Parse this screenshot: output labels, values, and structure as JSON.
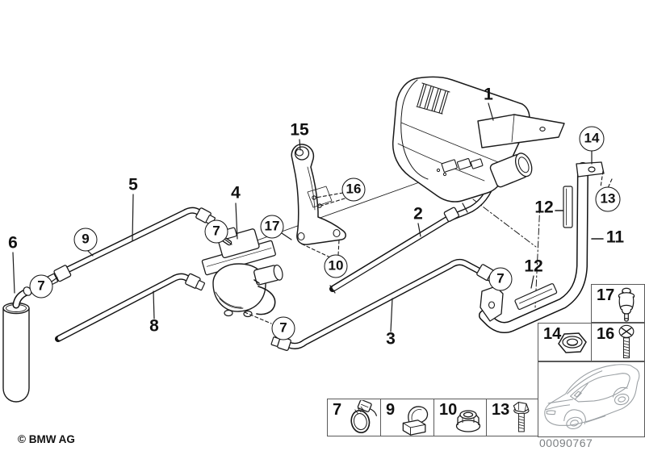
{
  "page": {
    "copyright": "© BMW AG",
    "image_number": "00090767"
  },
  "callouts": {
    "p1": "1",
    "p2": "2",
    "p3": "3",
    "p4": "4",
    "p5": "5",
    "p6": "6",
    "p8": "8",
    "p11": "11",
    "p12": "12",
    "p15": "15",
    "c7": "7",
    "c9": "9",
    "c10": "10",
    "c13": "13",
    "c14": "14",
    "c16": "16",
    "c17": "17"
  },
  "legend": {
    "items": [
      {
        "ref": "7",
        "icon": "hose-clamp-icon"
      },
      {
        "ref": "9",
        "icon": "holder-clip-icon"
      },
      {
        "ref": "10",
        "icon": "flange-nut-icon"
      },
      {
        "ref": "13",
        "icon": "hex-bolt-icon"
      },
      {
        "ref": "14",
        "icon": "hex-nut-icon"
      },
      {
        "ref": "16",
        "icon": "phillips-screw-icon"
      },
      {
        "ref": "17",
        "icon": "rubber-buffer-icon"
      }
    ]
  }
}
